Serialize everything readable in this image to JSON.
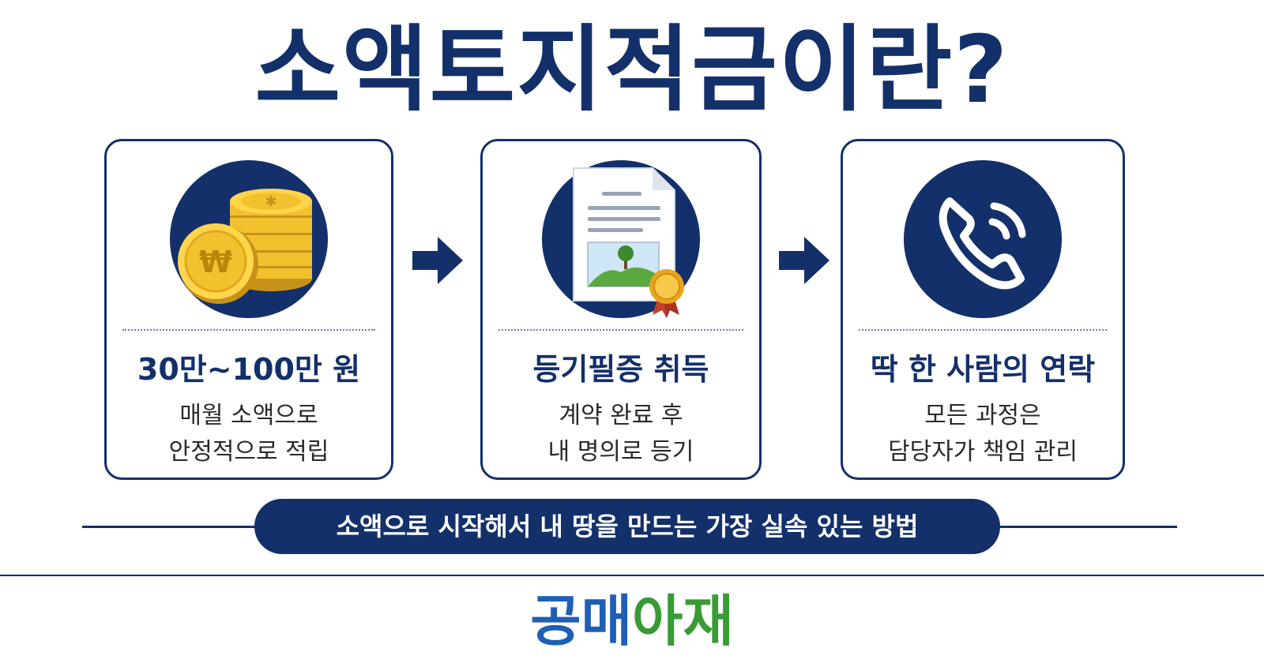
{
  "title": "소액토지적금이란?",
  "colors": {
    "navy": "#13306a",
    "brand_blue": "#1f5fb3",
    "brand_green": "#3a9a36",
    "gold": "#f2c12e"
  },
  "cards": [
    {
      "icon": "coins-won-icon",
      "heading": "30만~100만 원",
      "line1": "매월 소액으로",
      "line2": "안정적으로 적립"
    },
    {
      "icon": "certificate-document-icon",
      "heading": "등기필증 취득",
      "line1": "계약 완료 후",
      "line2": "내 명의로 등기"
    },
    {
      "icon": "phone-call-icon",
      "heading": "딱 한 사람의 연락",
      "line1": "모든 과정은",
      "line2": "담당자가 책임 관리"
    }
  ],
  "tagline": "소액으로 시작해서 내 땅을 만드는 가장 실속 있는 방법",
  "brand": {
    "part1": "공매",
    "part2": "아재"
  }
}
